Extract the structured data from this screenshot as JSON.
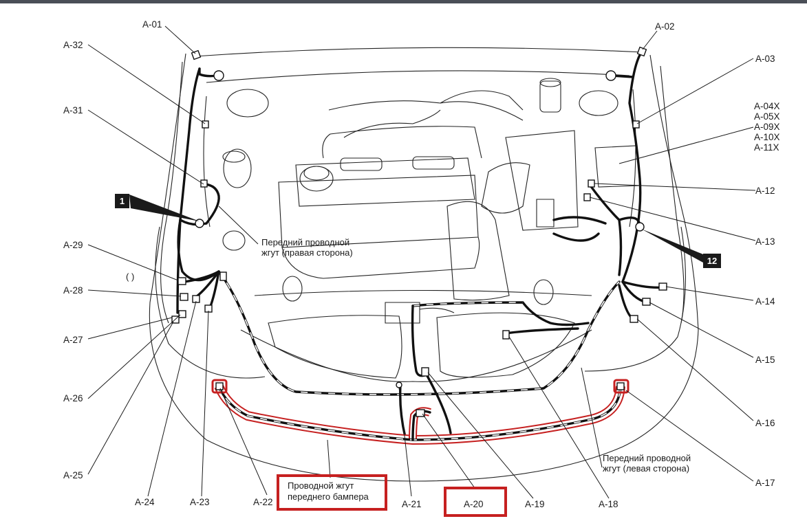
{
  "connector_labels": {
    "a01": "A-01",
    "a02": "A-02",
    "a03": "A-03",
    "a04_group": [
      "A-04X",
      "A-05X",
      "A-09X",
      "A-10X",
      "A-11X"
    ],
    "a12": "A-12",
    "a13": "A-13",
    "a14": "A-14",
    "a15": "A-15",
    "a16": "A-16",
    "a17": "A-17",
    "a18": "A-18",
    "a19": "A-19",
    "a20": "A-20",
    "a21": "A-21",
    "a22": "A-22",
    "a23": "A-23",
    "a24": "A-24",
    "a25": "A-25",
    "a26": "A-26",
    "a27": "A-27",
    "a28": "A-28",
    "a29": "A-29",
    "a31": "A-31",
    "a32": "A-32"
  },
  "notes": {
    "right_harness": [
      "Передний проводной",
      "жгут (правая сторона)"
    ],
    "left_harness": [
      "Передний проводной",
      "жгут (левая сторона)"
    ],
    "bumper_harness": [
      "Проводной жгут",
      "переднего бампера"
    ],
    "paren": "( )"
  },
  "tags": {
    "tag1": "1",
    "tag12": "12"
  },
  "colors": {
    "highlight": "#c62020",
    "harness": "#111111",
    "topbar": "#4a4f57"
  }
}
